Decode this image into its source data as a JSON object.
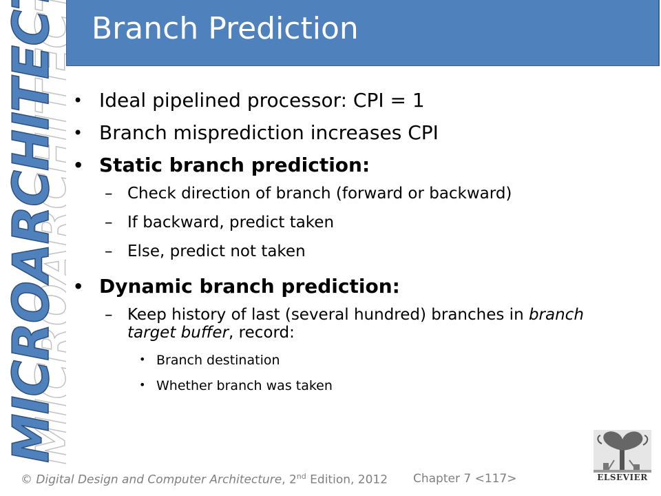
{
  "sidebar": {
    "word": "MICROARCHITECTURE"
  },
  "title": "Branch Prediction",
  "bullets": {
    "b1": "Ideal pipelined processor: CPI = 1",
    "b2": "Branch misprediction increases CPI",
    "b3": "Static branch prediction:",
    "b3_sub": [
      "Check direction of branch (forward or backward)",
      "If backward, predict taken",
      "Else, predict not taken"
    ],
    "b4": "Dynamic branch prediction:",
    "b4_sub1_a": "Keep history of last (several hundred) branches in",
    "b4_sub1_italic": "branch target buffer",
    "b4_sub1_b": ", record:",
    "b4_sub1_items": [
      "Branch destination",
      "Whether branch was taken"
    ]
  },
  "footer": {
    "copyright": "©",
    "book": "Digital Design and Computer Architecture",
    "edition_num": ", 2",
    "edition_sup": "nd",
    "edition_rest": " Edition, 2012",
    "chapter": "Chapter 7 <117>"
  },
  "logo": {
    "text": "ELSEVIER"
  },
  "colors": {
    "accent": "#4f81bd",
    "footer_text": "#7f7f7f"
  }
}
